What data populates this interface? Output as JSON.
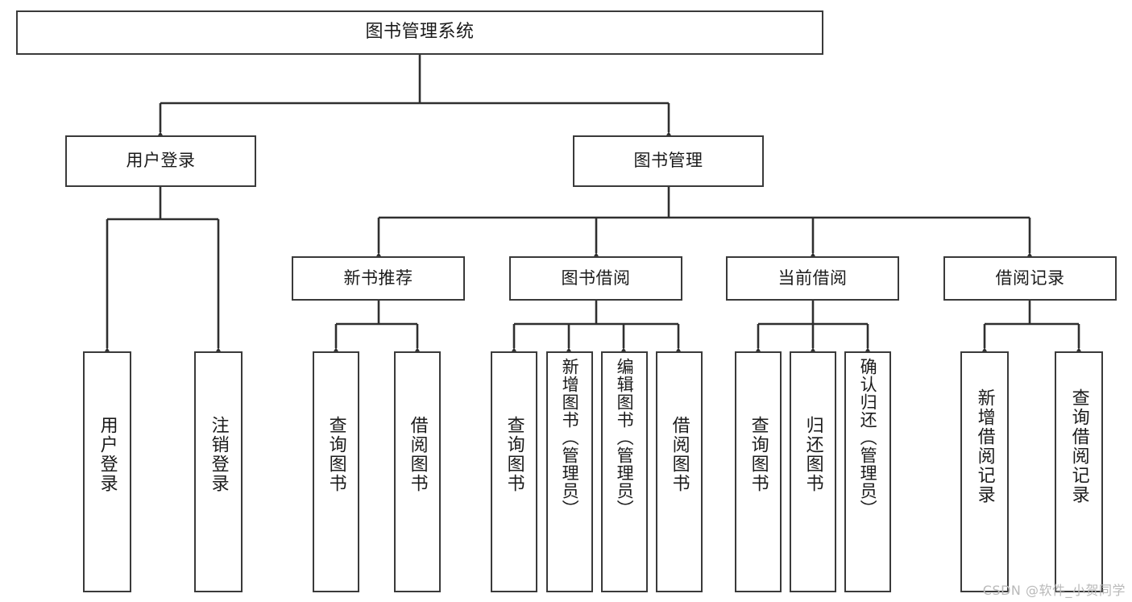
{
  "diagram": {
    "title": "图书管理系统",
    "type": "hierarchy-tree",
    "orientation": "top-down",
    "root": {
      "id": "root",
      "label": "图书管理系统"
    },
    "level1": [
      {
        "id": "user-login",
        "label": "用户登录"
      },
      {
        "id": "book-management",
        "label": "图书管理"
      }
    ],
    "level2": [
      {
        "id": "new-book-recommend",
        "label": "新书推荐",
        "parent": "book-management"
      },
      {
        "id": "book-borrow",
        "label": "图书借阅",
        "parent": "book-management"
      },
      {
        "id": "current-borrow",
        "label": "当前借阅",
        "parent": "book-management"
      },
      {
        "id": "borrow-record",
        "label": "借阅记录",
        "parent": "book-management"
      }
    ],
    "leaves": [
      {
        "id": "leaf-user-login",
        "label": "用户登录",
        "parent": "user-login"
      },
      {
        "id": "leaf-logout-login",
        "label": "注销登录",
        "parent": "user-login"
      },
      {
        "id": "leaf-query-book-1",
        "label": "查询图书",
        "parent": "new-book-recommend"
      },
      {
        "id": "leaf-borrow-book-1",
        "label": "借阅图书",
        "parent": "new-book-recommend"
      },
      {
        "id": "leaf-query-book-2",
        "label": "查询图书",
        "parent": "book-borrow"
      },
      {
        "id": "leaf-add-book-admin",
        "label": "新增图书（管理员）",
        "parent": "book-borrow"
      },
      {
        "id": "leaf-edit-book-admin",
        "label": "编辑图书（管理员）",
        "parent": "book-borrow"
      },
      {
        "id": "leaf-borrow-book-2",
        "label": "借阅图书",
        "parent": "book-borrow"
      },
      {
        "id": "leaf-query-book-3",
        "label": "查询图书",
        "parent": "current-borrow"
      },
      {
        "id": "leaf-return-book",
        "label": "归还图书",
        "parent": "current-borrow"
      },
      {
        "id": "leaf-confirm-return-admin",
        "label": "确认归还（管理员）",
        "parent": "current-borrow"
      },
      {
        "id": "leaf-add-borrow-record",
        "label": "新增借阅记录",
        "parent": "borrow-record"
      },
      {
        "id": "leaf-query-borrow-record",
        "label": "查询借阅记录",
        "parent": "borrow-record"
      }
    ]
  },
  "watermark": {
    "text": "CSDN @软件_小贺同学"
  },
  "colors": {
    "box_border": "#3a3a3a",
    "box_fill": "#ffffff",
    "text": "#1b1b1b",
    "connector": "#2f2f2f",
    "watermark": "#b9b9b9",
    "background": "#ffffff"
  }
}
